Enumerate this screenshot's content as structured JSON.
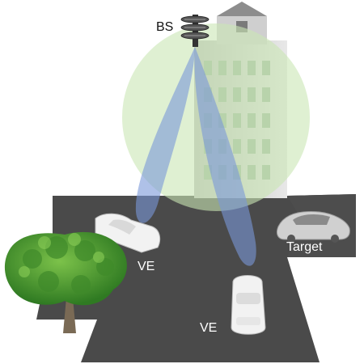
{
  "labels": {
    "bs": "BS",
    "ve_left": "VE",
    "ve_bottom": "VE",
    "target": "Target"
  },
  "colors": {
    "road": "#4a4a4a",
    "coverage": "#c9e6b4",
    "beam": "#7a98d8",
    "building": "#d8d8d8",
    "building_glass": "#a8c0a8",
    "tree": "#4e9a2e",
    "car": "#f2f2f2"
  }
}
